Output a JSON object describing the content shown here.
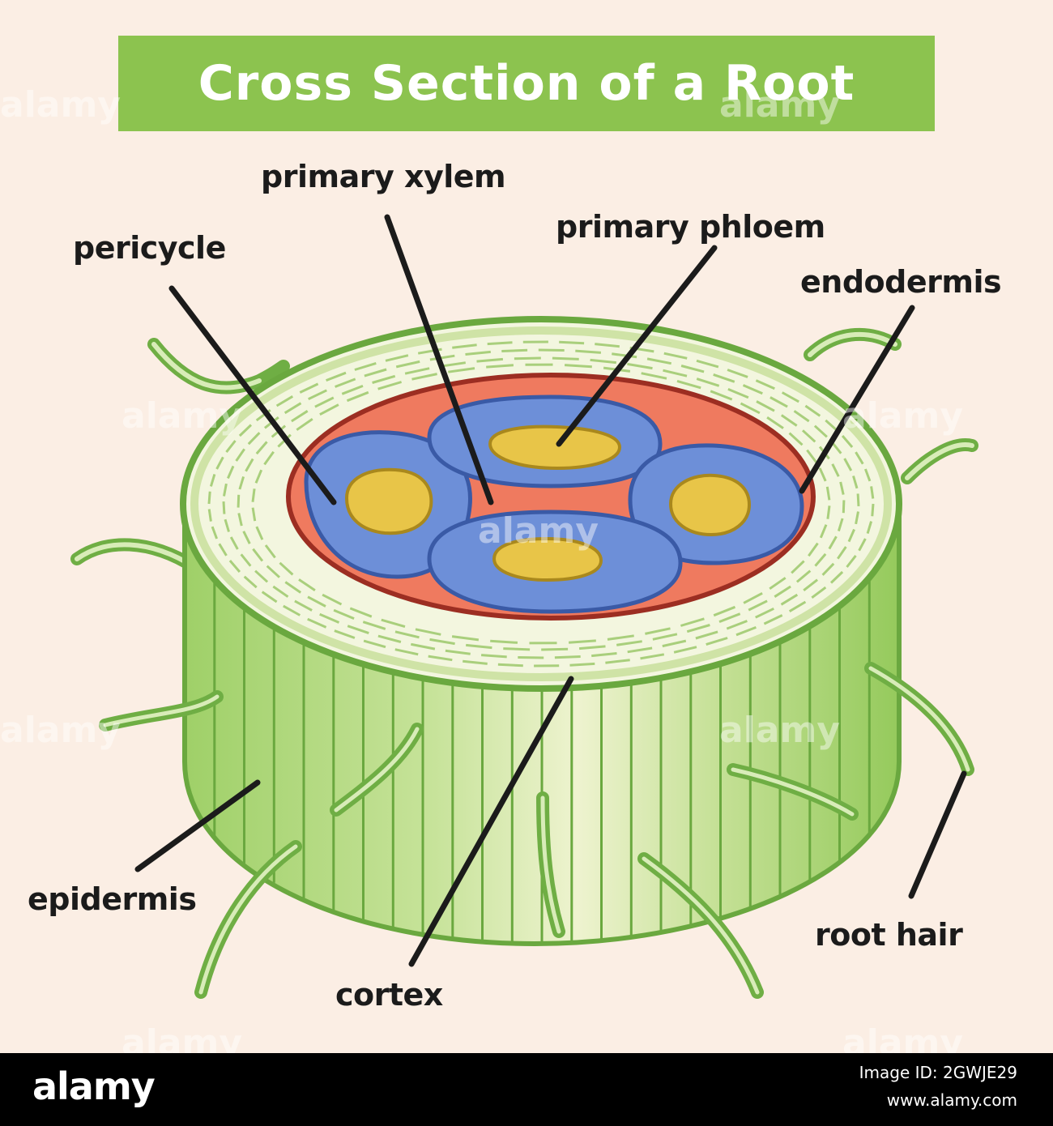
{
  "title": "Cross Section of a Root",
  "labels": {
    "primary_xylem": "primary xylem",
    "primary_phloem": "primary phloem",
    "pericycle": "pericycle",
    "endodermis": "endodermis",
    "epidermis": "epidermis",
    "cortex": "cortex",
    "root_hair": "root hair"
  },
  "watermark": "alamy",
  "footer": {
    "logo": "alamy",
    "image_id": "Image ID: 2GWJE29",
    "url": "www.alamy.com"
  },
  "colors": {
    "background": "#fbeee4",
    "title_banner": "#8cc34f",
    "side_green": "#a6d46f",
    "side_light": "#e6efc4",
    "cortex_top": "#f3f6df",
    "pericycle_red": "#ef7a5f",
    "phloem_blue": "#6d8fd8",
    "xylem_yellow": "#e8c548",
    "footer": "#000000"
  }
}
